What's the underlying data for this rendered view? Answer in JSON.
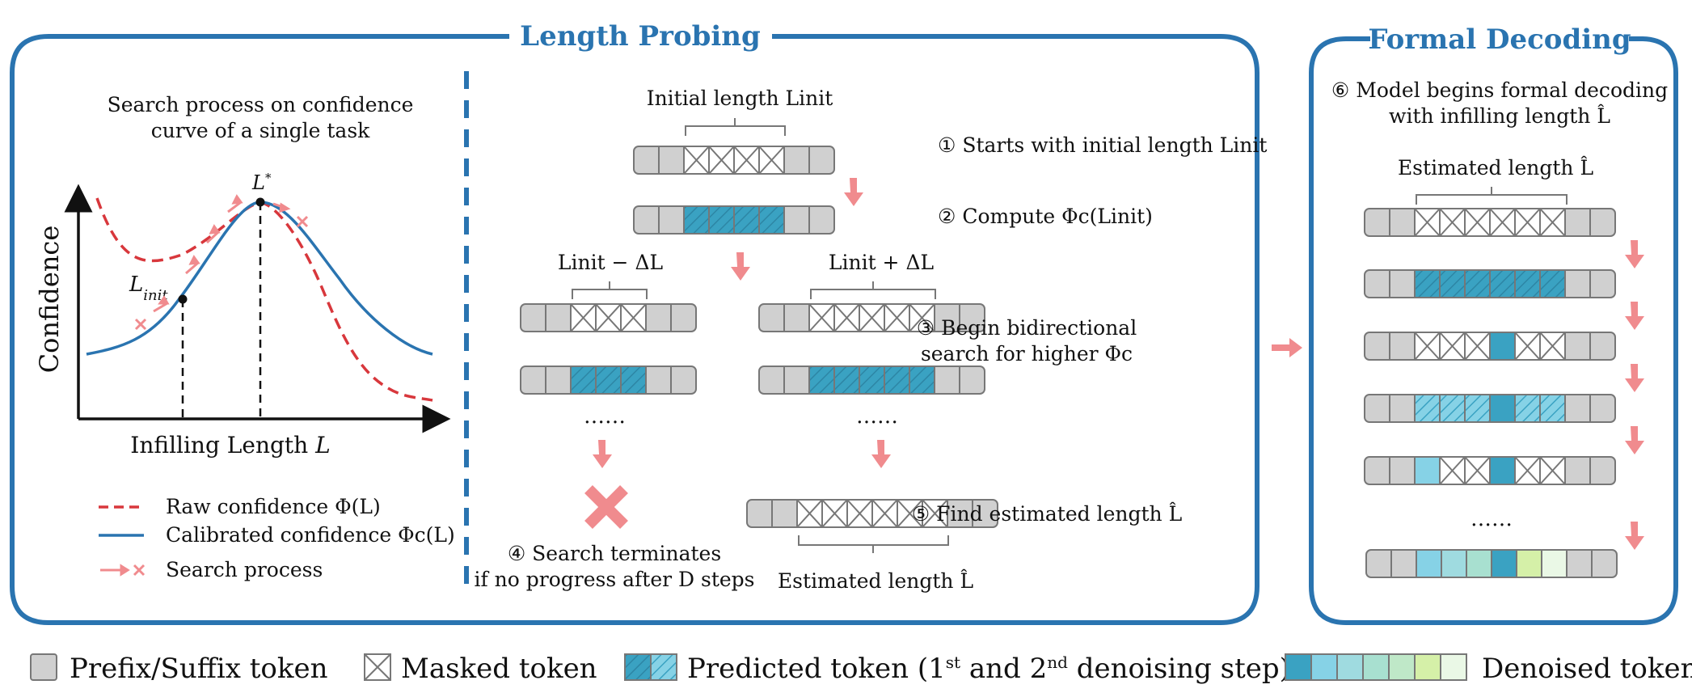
{
  "sections": {
    "length_probing": "Length Probing",
    "formal_decoding": "Formal Decoding"
  },
  "curve_panel": {
    "title_line1": "Search process on confidence",
    "title_line2": "curve of a single task",
    "ylabel": "Confidence",
    "xlabel": "Infilling Length ",
    "xlabel_var": "L",
    "lstar": "L*",
    "linit": "Linit",
    "legend": {
      "raw": "Raw confidence  Φ(L)",
      "calibrated": "Calibrated confidence Φc(L)",
      "search": "Search process"
    }
  },
  "probing": {
    "initial_length": "Initial length Linit",
    "minus": "Linit − ΔL",
    "plus": "Linit + ΔL",
    "dots": "……",
    "step1": "① Starts with initial length Linit",
    "step2": "② Compute Φc(Linit)",
    "step3_line1": "③ Begin bidirectional",
    "step3_line2": "search for higher Φc",
    "step4_line1": "④ Search terminates",
    "step4_line2": "if no progress after D steps",
    "step5": "⑤ Find estimated length L̂",
    "estimated": "Estimated length L̂"
  },
  "decoding": {
    "step6_line1": "⑥ Model begins formal decoding",
    "step6_line2": "with infilling length L̂",
    "estimated": "Estimated length L̂",
    "dots": "……"
  },
  "bottom_legend": {
    "prefix": "Prefix/Suffix token",
    "masked": "Masked token",
    "predicted": "Predicted token (1st and 2nd denoising step)",
    "denoised": "Denoised tokens"
  },
  "colors": {
    "frame": "#2a74b0",
    "calibrated": "#2a74b0",
    "raw": "#d8373c",
    "arrow": "#f08b8e",
    "prefix": "#d0d0d0",
    "predicted": "#3aa2c2"
  }
}
